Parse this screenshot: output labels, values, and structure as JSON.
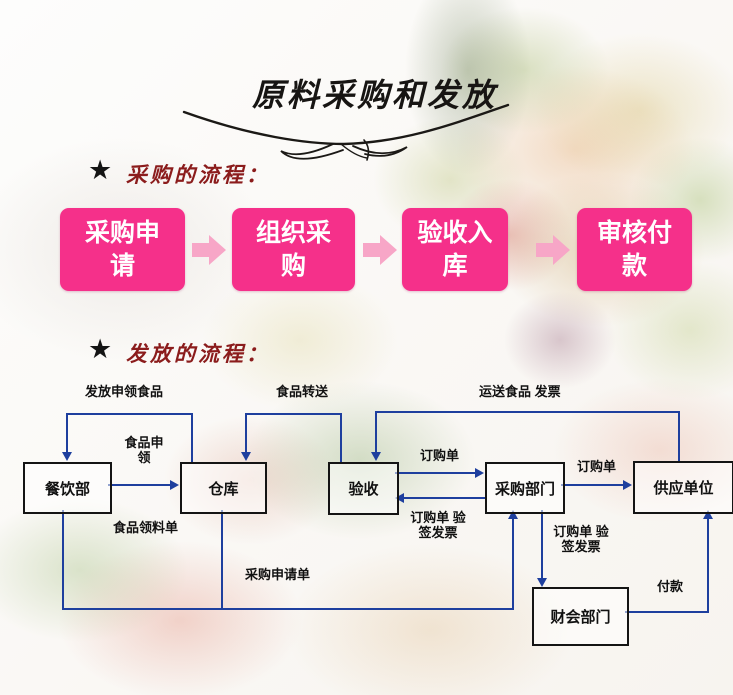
{
  "page": {
    "title": "原料采购和发放"
  },
  "procurement_section": {
    "star": "★",
    "heading": "采购的流程：",
    "steps": [
      {
        "label": "采购申请"
      },
      {
        "label": "组织采购"
      },
      {
        "label": "验收入库"
      },
      {
        "label": "审核付款"
      }
    ]
  },
  "distribution_section": {
    "star": "★",
    "heading": "发放的流程：",
    "nodes": [
      {
        "id": "catering",
        "label": "餐饮部"
      },
      {
        "id": "warehouse",
        "label": "仓库"
      },
      {
        "id": "acceptance",
        "label": "验收"
      },
      {
        "id": "purchasing",
        "label": "采购部门"
      },
      {
        "id": "supplier",
        "label": "供应单位"
      },
      {
        "id": "finance",
        "label": "财会部门"
      }
    ],
    "edge_labels": {
      "distribute_food": "发放申领食品",
      "food_transfer": "食品转送",
      "deliver_food_invoice": "运送食品 发票",
      "food_request": "食品申领",
      "order_to_purchasing": "订购单",
      "order_to_supplier": "订购单",
      "food_requisition": "食品领料单",
      "order_invoice_to_acceptance": "订购单 验签发票",
      "purchase_request": "采购申请单",
      "order_invoice_to_finance": "订购单 验签发票",
      "payment": "付款"
    }
  },
  "colors": {
    "step_box": "#f5308a",
    "step_arrow": "#f7a6c7",
    "connector": "#1e3f9e",
    "heading": "#8b1c1c",
    "node_border": "#141414"
  }
}
